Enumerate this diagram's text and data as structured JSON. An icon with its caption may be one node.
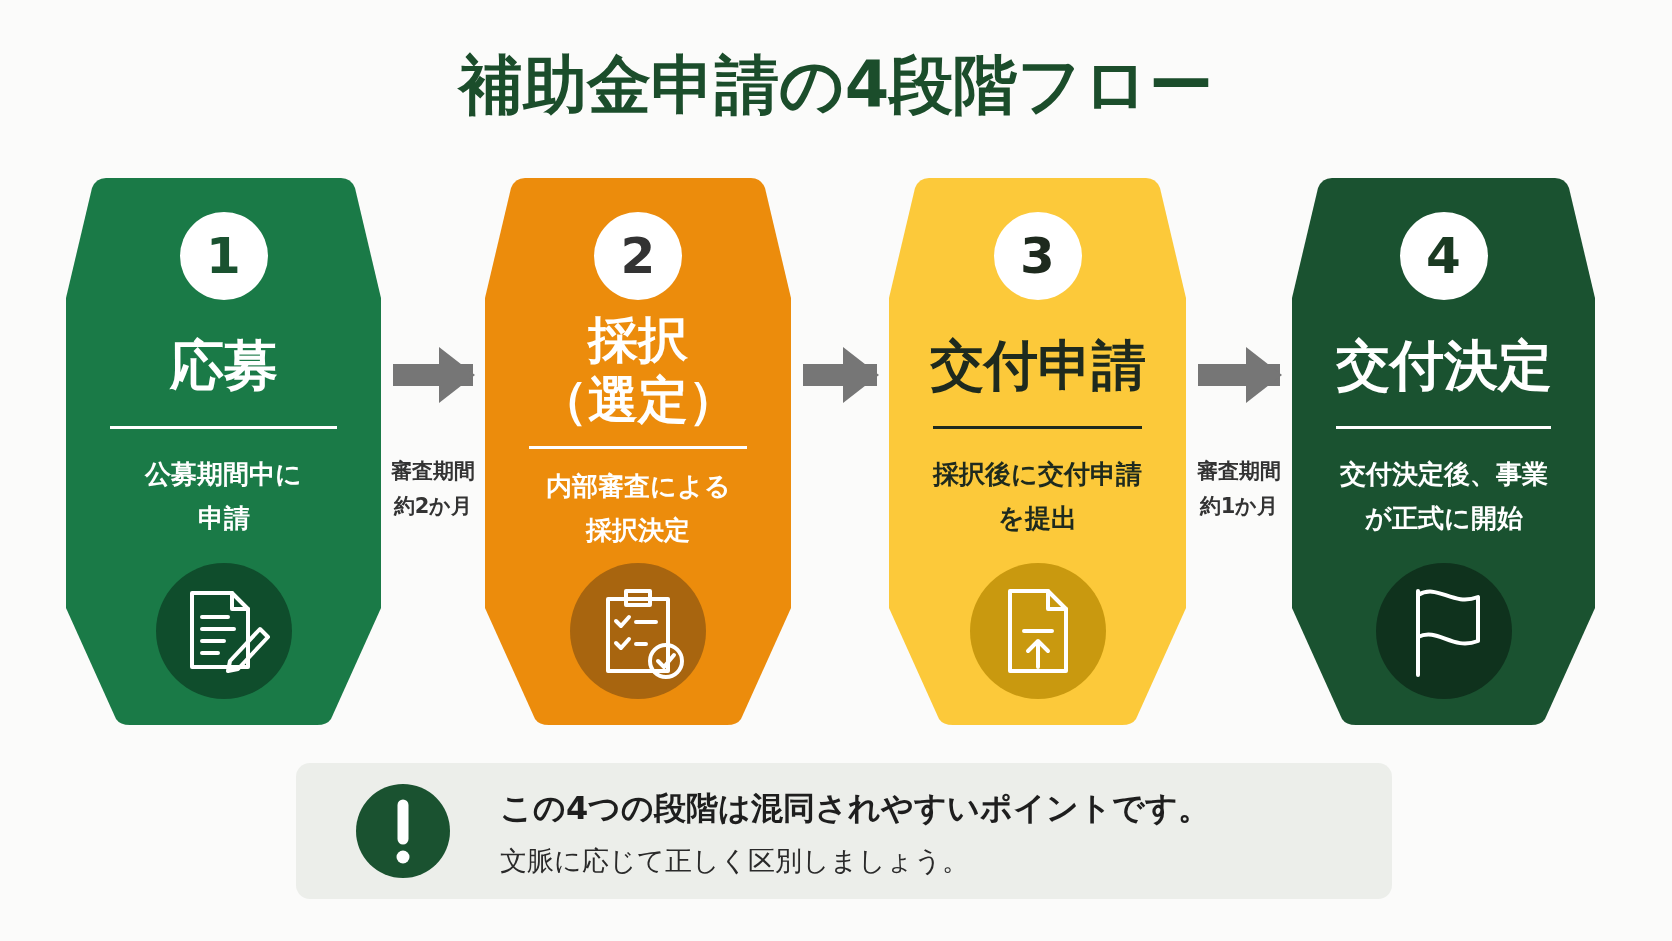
{
  "diagram": {
    "title": "補助金申請の4段階フロー",
    "nodes": [
      {
        "text": [
          "1",
          "応募",
          "公募期間中に申請"
        ]
      },
      {
        "text": [
          "2",
          "採択（選定）",
          "内部審査による採択決定"
        ]
      },
      {
        "text": [
          "3",
          "交付申請",
          "採択後に交付申請を提出"
        ]
      },
      {
        "text": [
          "4",
          "交付決定",
          "交付決定後、事業が正式に開始"
        ]
      },
      {
        "text": [
          "この4つの段階は混同されやすいポイントです。",
          "文脈に応じて正しく区別しましょう。"
        ]
      }
    ],
    "edges": [
      {
        "from": 0,
        "to": 1,
        "arrow": "to",
        "label": "審査期間約2か月"
      },
      {
        "from": 1,
        "to": 2,
        "arrow": "to"
      },
      {
        "from": 2,
        "to": 3,
        "arrow": "to",
        "label": "審査期間約1か月"
      }
    ]
  }
}
